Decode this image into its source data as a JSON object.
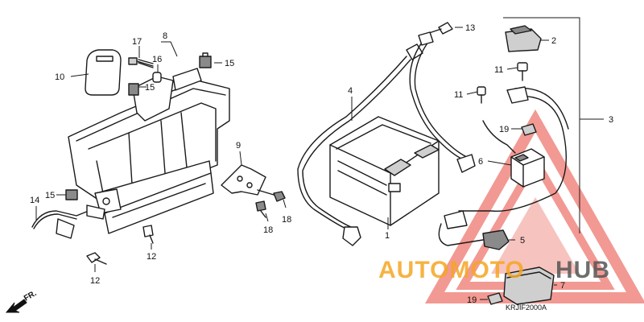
{
  "diagram": {
    "callouts": {
      "c1": "1",
      "c2": "2",
      "c3": "3",
      "c4": "4",
      "c5": "5",
      "c6": "6",
      "c7": "7",
      "c8": "8",
      "c9": "9",
      "c10": "10",
      "c11a": "11",
      "c11b": "11",
      "c12a": "12",
      "c12b": "12",
      "c13": "13",
      "c14": "14",
      "c15a": "15",
      "c15b": "15",
      "c15c": "15",
      "c16": "16",
      "c17": "17",
      "c18a": "18",
      "c18b": "18",
      "c19a": "19",
      "c19b": "19"
    },
    "direction_label": "FR.",
    "diagram_code": "KRJIF2000A"
  },
  "watermark": {
    "text_part1": "AUTOMOTO",
    "text_part2": "HUB",
    "color_main": "#f5a623",
    "color_hub": "#555555",
    "triangle_color": "#e8473c"
  }
}
